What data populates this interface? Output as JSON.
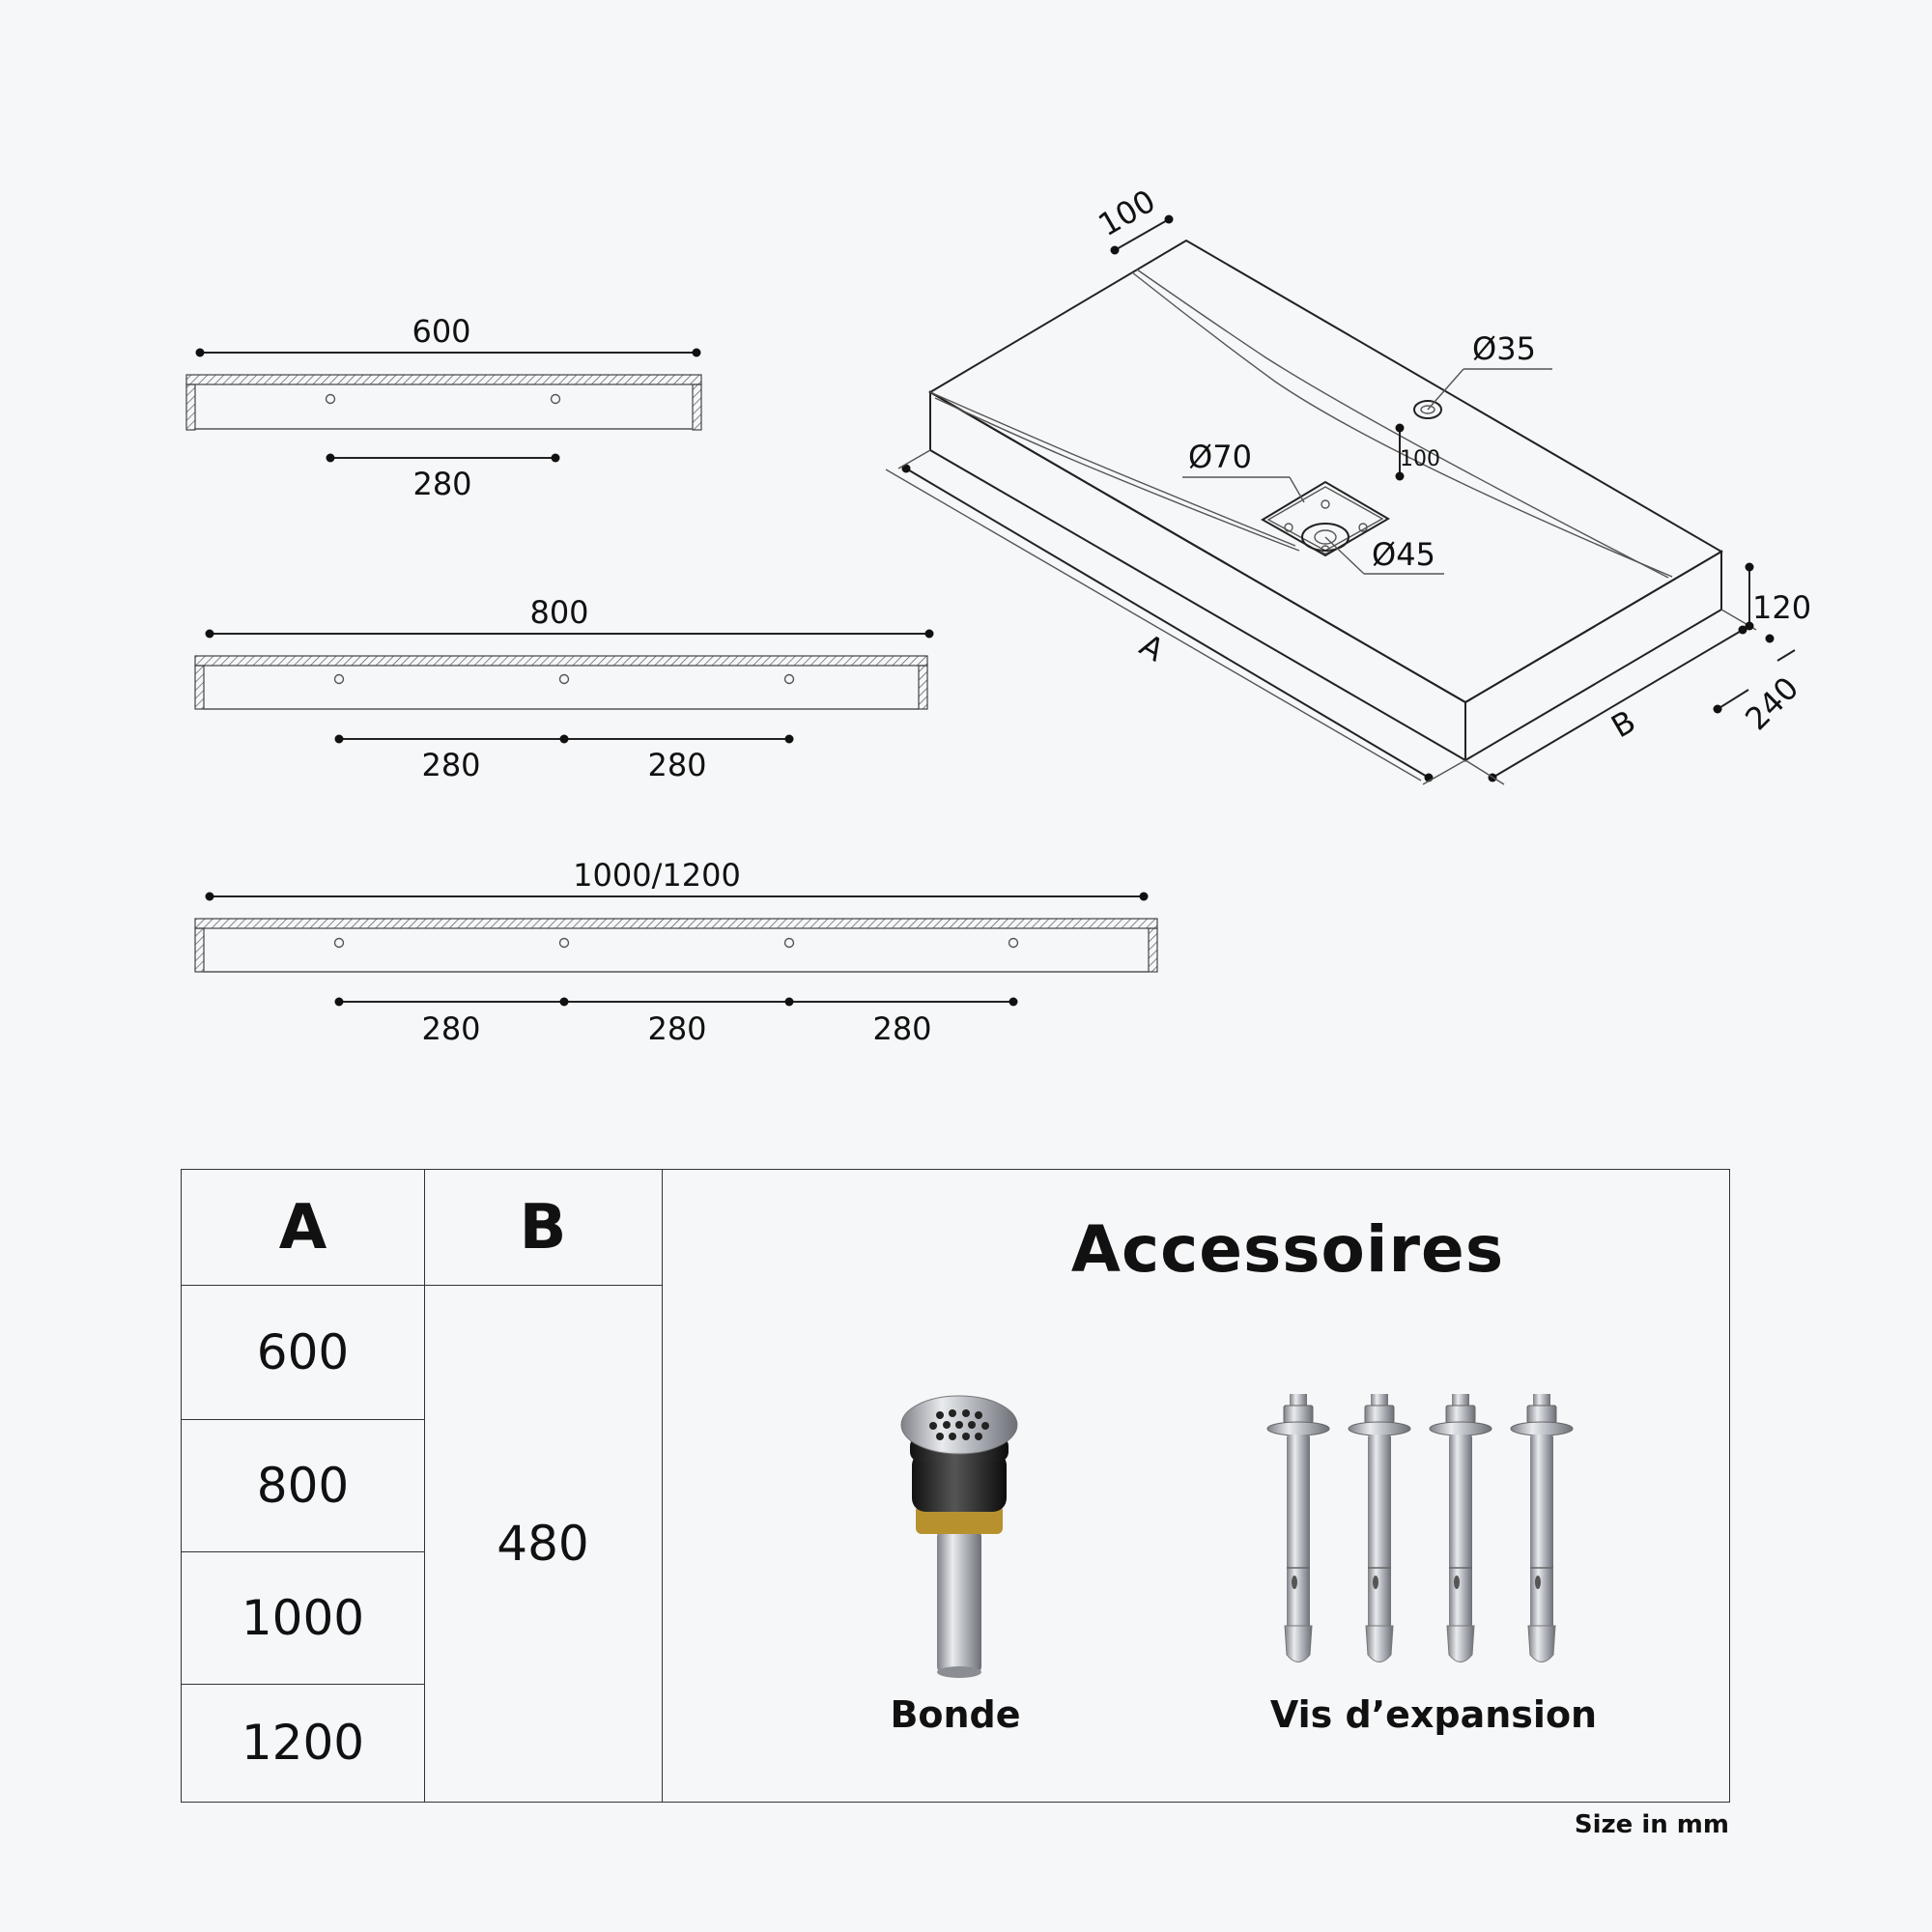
{
  "wall_brackets": [
    {
      "width_label": "600",
      "spacing_labels": [
        "280"
      ],
      "hole_count": 2
    },
    {
      "width_label": "800",
      "spacing_labels": [
        "280",
        "280"
      ],
      "hole_count": 3
    },
    {
      "width_label": "1000/1200",
      "spacing_labels": [
        "280",
        "280",
        "280"
      ],
      "hole_count": 4
    }
  ],
  "basin_drawing": {
    "depth_rim": "100",
    "tap_hole": "Ø35",
    "tap_offset": "100",
    "drain_outer": "Ø70",
    "drain_inner": "Ø45",
    "height": "120",
    "side_width": "240",
    "length_label": "A",
    "width_label": "B"
  },
  "table": {
    "col_a_header": "A",
    "col_b_header": "B",
    "a_values": [
      "600",
      "800",
      "1000",
      "1200"
    ],
    "b_value": "480"
  },
  "accessories": {
    "title": "Accessoires",
    "items": [
      {
        "label": "Bonde",
        "icon": "drain-plug-icon"
      },
      {
        "label": "Vis d’expansion",
        "icon": "expansion-bolt-icon"
      }
    ]
  },
  "footnote": "Size in mm"
}
